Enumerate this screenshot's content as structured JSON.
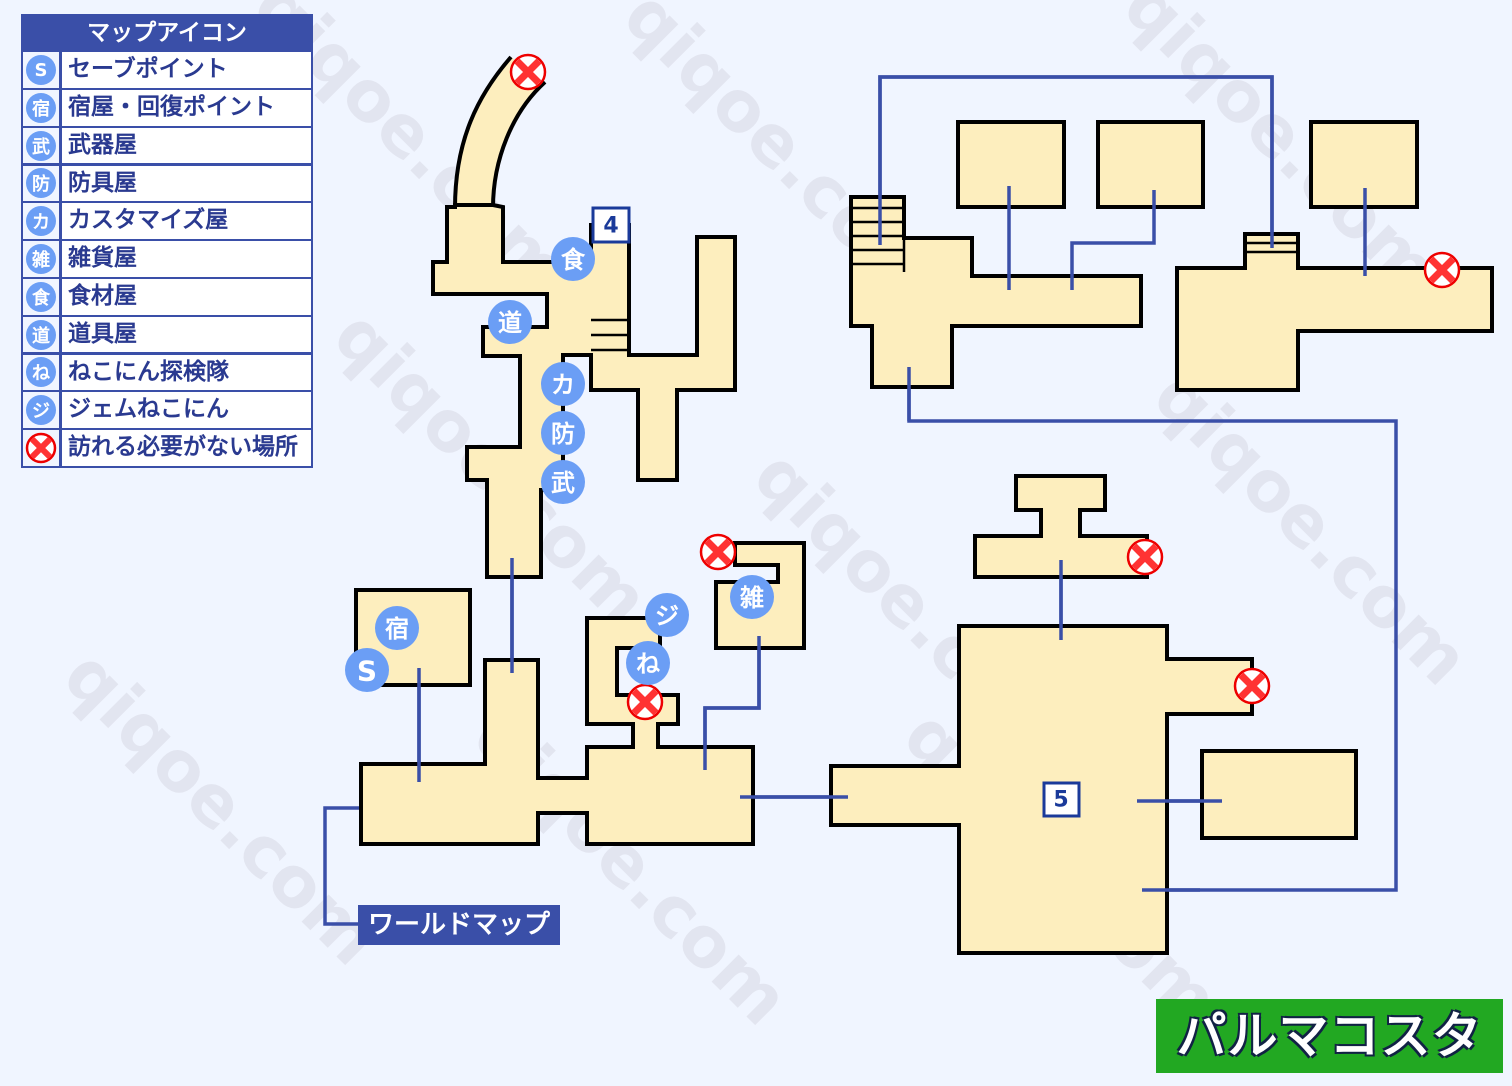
{
  "title": "パルマコスタ",
  "legend": {
    "heading": "マップアイコン",
    "items": [
      {
        "icon": "S",
        "label": "セーブポイント"
      },
      {
        "icon": "宿",
        "label": "宿屋・回復ポイント"
      },
      {
        "icon": "武",
        "label": "武器屋"
      },
      {
        "icon": "防",
        "label": "防具屋"
      },
      {
        "icon": "カ",
        "label": "カスタマイズ屋"
      },
      {
        "icon": "雑",
        "label": "雑貨屋"
      },
      {
        "icon": "食",
        "label": "食材屋"
      },
      {
        "icon": "道",
        "label": "道具屋"
      },
      {
        "icon": "ね",
        "label": "ねこにん探検隊"
      },
      {
        "icon": "ジ",
        "label": "ジェムねこにん"
      },
      {
        "icon": "no-entry-icon",
        "label": "訪れる必要がない場所"
      }
    ]
  },
  "markers": {
    "food": "食",
    "item": "道",
    "custom": "カ",
    "armor": "防",
    "weapon": "武",
    "inn": "宿",
    "save": "S",
    "gem": "ジ",
    "neko": "ね",
    "general": "雑"
  },
  "area_numbers": {
    "a": "4",
    "b": "5"
  },
  "exit_label": "ワールドマップ",
  "watermark": "qiqoe.com",
  "colors": {
    "room": "#fdeebe",
    "connector": "#3a4fa8",
    "marker": "#6b9ef5",
    "title_bg": "#22a822",
    "no_entry": "#e00000"
  }
}
